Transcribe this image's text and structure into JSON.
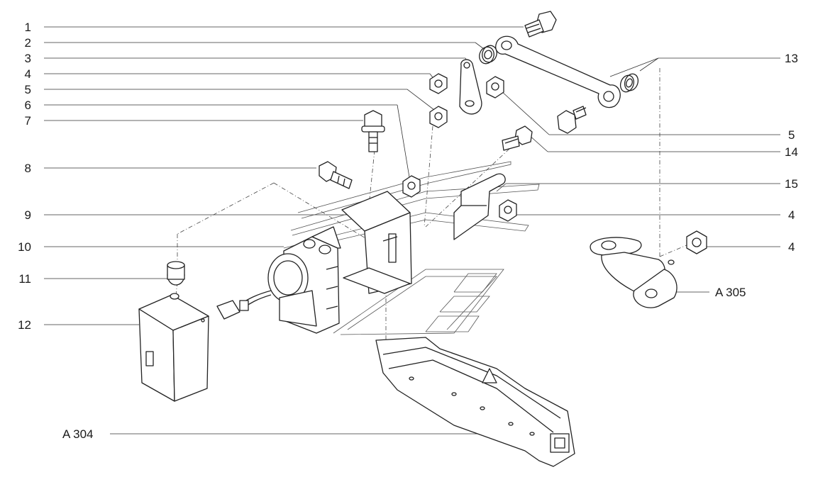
{
  "diagram": {
    "labels_left": [
      {
        "id": "1",
        "text": "1"
      },
      {
        "id": "2",
        "text": "2"
      },
      {
        "id": "3",
        "text": "3"
      },
      {
        "id": "4a",
        "text": "4"
      },
      {
        "id": "5a",
        "text": "5"
      },
      {
        "id": "6",
        "text": "6"
      },
      {
        "id": "7",
        "text": "7"
      },
      {
        "id": "8",
        "text": "8"
      },
      {
        "id": "9",
        "text": "9"
      },
      {
        "id": "10",
        "text": "10"
      },
      {
        "id": "11",
        "text": "11"
      },
      {
        "id": "12",
        "text": "12"
      },
      {
        "id": "a304",
        "text": "A 304"
      }
    ],
    "labels_right": [
      {
        "id": "13",
        "text": "13"
      },
      {
        "id": "5b",
        "text": "5"
      },
      {
        "id": "14",
        "text": "14"
      },
      {
        "id": "15",
        "text": "15"
      },
      {
        "id": "4b",
        "text": "4"
      },
      {
        "id": "4c",
        "text": "4"
      },
      {
        "id": "a305",
        "text": "A 305"
      }
    ]
  }
}
